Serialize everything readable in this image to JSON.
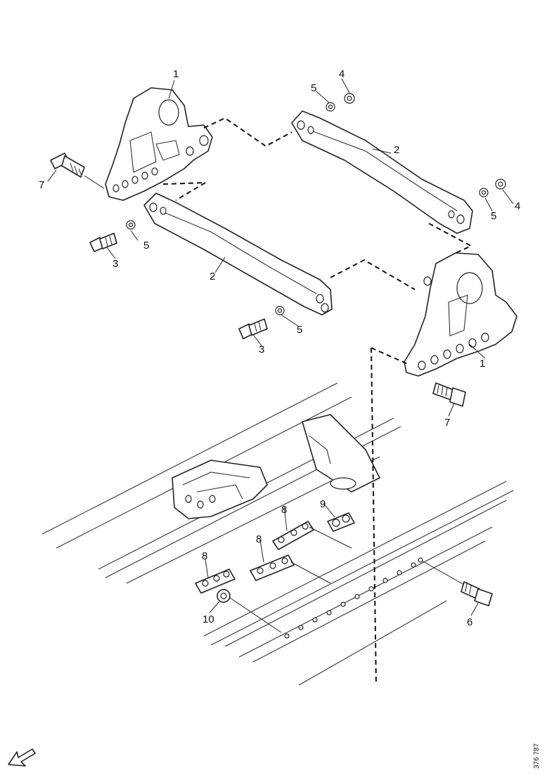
{
  "diagram": {
    "reference_code": "376 787",
    "callouts": {
      "c1a": "1",
      "c1b": "1",
      "c2a": "2",
      "c2b": "2",
      "c3a": "3",
      "c3b": "3",
      "c4a": "4",
      "c4b": "4",
      "c5a": "5",
      "c5b": "5",
      "c5c": "5",
      "c5d": "5",
      "c6a": "6",
      "c7a": "7",
      "c7b": "7",
      "c8a": "8",
      "c8b": "8",
      "c8c": "8",
      "c9a": "9",
      "c10a": "10"
    }
  }
}
